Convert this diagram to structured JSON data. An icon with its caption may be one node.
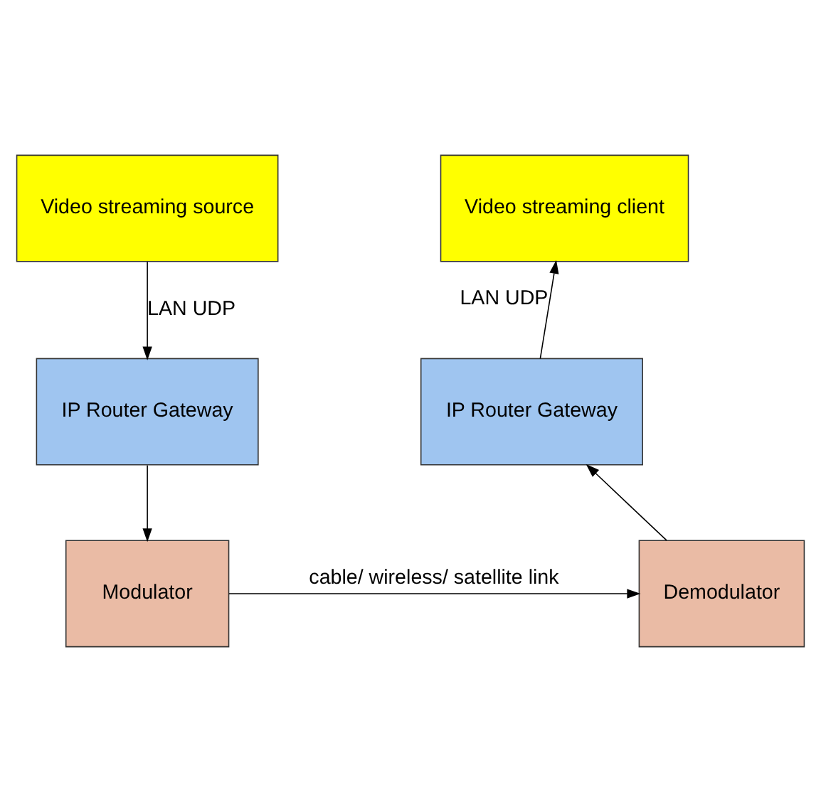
{
  "diagram": {
    "nodes": [
      {
        "text": [
          "Video streaming source"
        ]
      },
      {
        "text": [
          "IP Router Gateway"
        ]
      },
      {
        "text": [
          "Modulator"
        ]
      },
      {
        "text": [
          "Video streaming client"
        ]
      },
      {
        "text": [
          "IP Router Gateway"
        ]
      },
      {
        "text": [
          "Demodulator"
        ]
      }
    ],
    "edges": [
      {
        "from": 0,
        "to": 1,
        "arrow": "to",
        "label": "LAN UDP"
      },
      {
        "from": 1,
        "to": 2,
        "arrow": "to"
      },
      {
        "from": 2,
        "to": 5,
        "arrow": "to",
        "label": "cable/ wireless/ satellite link"
      },
      {
        "from": 5,
        "to": 4,
        "arrow": "to"
      },
      {
        "from": 4,
        "to": 3,
        "arrow": "to",
        "label": "LAN UDP"
      }
    ]
  }
}
